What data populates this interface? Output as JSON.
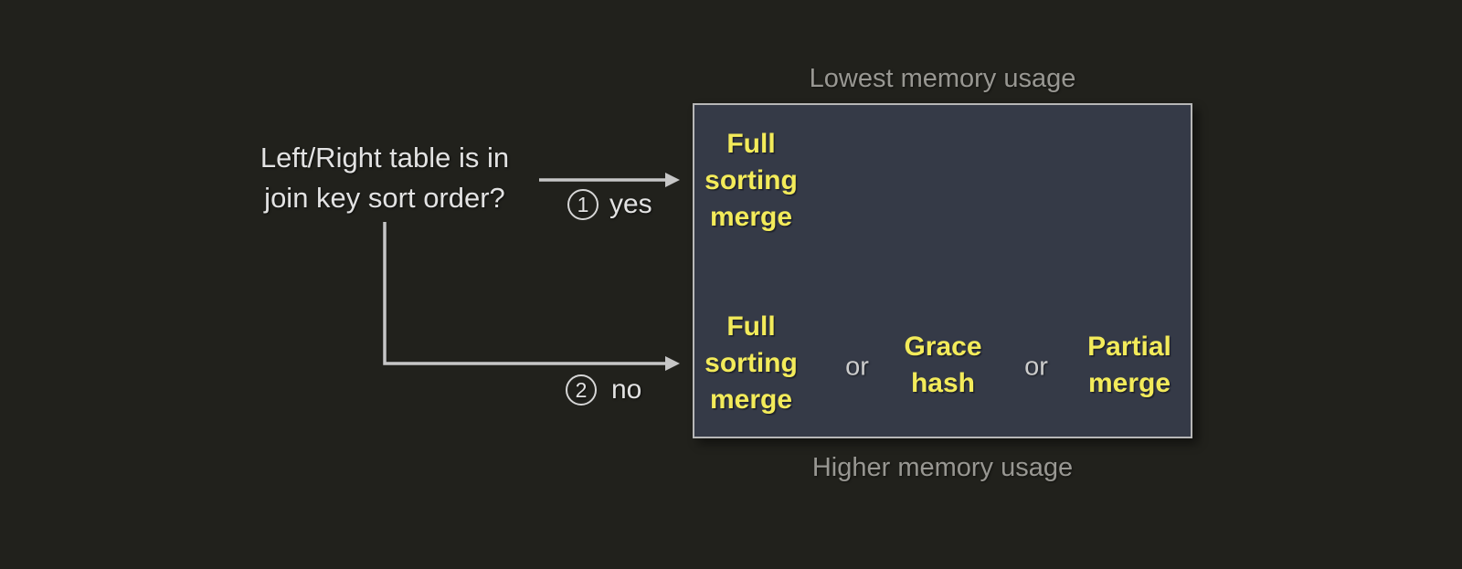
{
  "question": "Left/Right table is in\njoin key sort order?",
  "branch_yes": {
    "number": "1",
    "label": "yes"
  },
  "branch_no": {
    "number": "2",
    "label": "no"
  },
  "memory_scale": {
    "top": "Lowest memory usage",
    "bottom": "Higher memory usage"
  },
  "algorithms": {
    "sorted_case": "Full\nsorting\nmerge",
    "unsorted_case": {
      "first": "Full\nsorting\nmerge",
      "or_1": "or",
      "second": "Grace\nhash",
      "or_2": "or",
      "third": "Partial\nmerge"
    }
  },
  "colors": {
    "background": "#21211c",
    "box_fill": "#353a47",
    "box_border": "#b7b7b7",
    "algorithm_text": "#f3eb5a",
    "primary_text": "#e2e2e2",
    "muted_text": "#989792",
    "arrow": "#c6c6c6"
  }
}
